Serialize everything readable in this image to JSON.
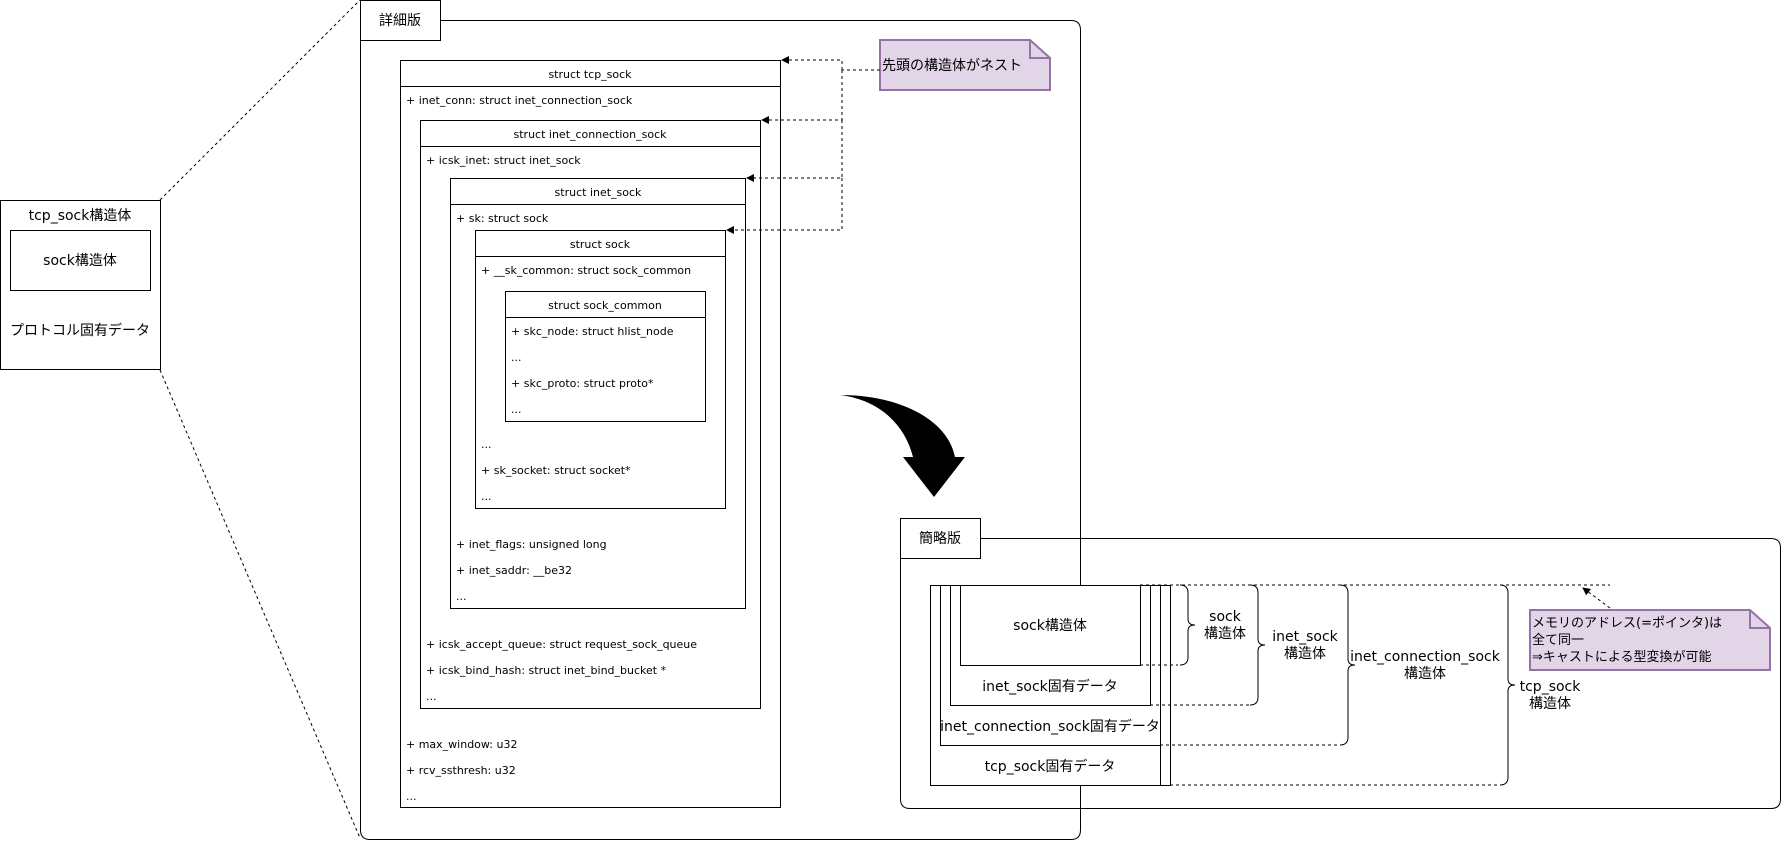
{
  "overview": {
    "title": "tcp_sock構造体",
    "inner": "sock構造体",
    "protocol": "プロトコル固有データ"
  },
  "detail": {
    "tab": "詳細版",
    "tcp_sock": {
      "title": "struct tcp_sock",
      "inet_conn": "+ inet_conn: struct inet_connection_sock",
      "max_window": "+ max_window: u32",
      "rcv_ssthresh": "+ rcv_ssthresh: u32",
      "ellipsis": "..."
    },
    "inet_connection_sock": {
      "title": "struct inet_connection_sock",
      "icsk_inet": "+ icsk_inet: struct inet_sock",
      "icsk_accept_queue": "+ icsk_accept_queue: struct request_sock_queue",
      "icsk_bind_hash": "+ icsk_bind_hash: struct inet_bind_bucket *",
      "ellipsis": "..."
    },
    "inet_sock": {
      "title": "struct inet_sock",
      "sk": "+ sk: struct sock",
      "inet_flags": "+ inet_flags: unsigned long",
      "inet_saddr": "+ inet_saddr: __be32",
      "ellipsis": "..."
    },
    "sock": {
      "title": "struct sock",
      "sk_common": "+ __sk_common: struct sock_common",
      "ellipsis1": "...",
      "sk_socket": "+ sk_socket: struct socket*",
      "ellipsis2": "..."
    },
    "sock_common": {
      "title": "struct sock_common",
      "skc_node": "+ skc_node: struct hlist_node",
      "ellipsis1": "...",
      "skc_proto": "+ skc_proto: struct proto*",
      "ellipsis2": "..."
    },
    "note": "先頭の構造体がネスト"
  },
  "simple": {
    "tab": "簡略版",
    "sock_box": "sock構造体",
    "inet_sock_data": "inet_sock固有データ",
    "inet_connection_sock_data": "inet_connection_sock固有データ",
    "tcp_sock_data": "tcp_sock固有データ",
    "brace_sock": [
      "sock",
      "構造体"
    ],
    "brace_inet_sock": [
      "inet_sock",
      "構造体"
    ],
    "brace_inet_connection_sock": [
      "inet_connection_sock",
      "構造体"
    ],
    "brace_tcp_sock": [
      "tcp_sock",
      "構造体"
    ],
    "note": [
      "メモリのアドレス(=ポインタ)は",
      "全て同一",
      "⇒キャストによる型変換が可能"
    ]
  },
  "colors": {
    "note_fill": "#e1d5e7",
    "note_stroke": "#9673a6"
  }
}
